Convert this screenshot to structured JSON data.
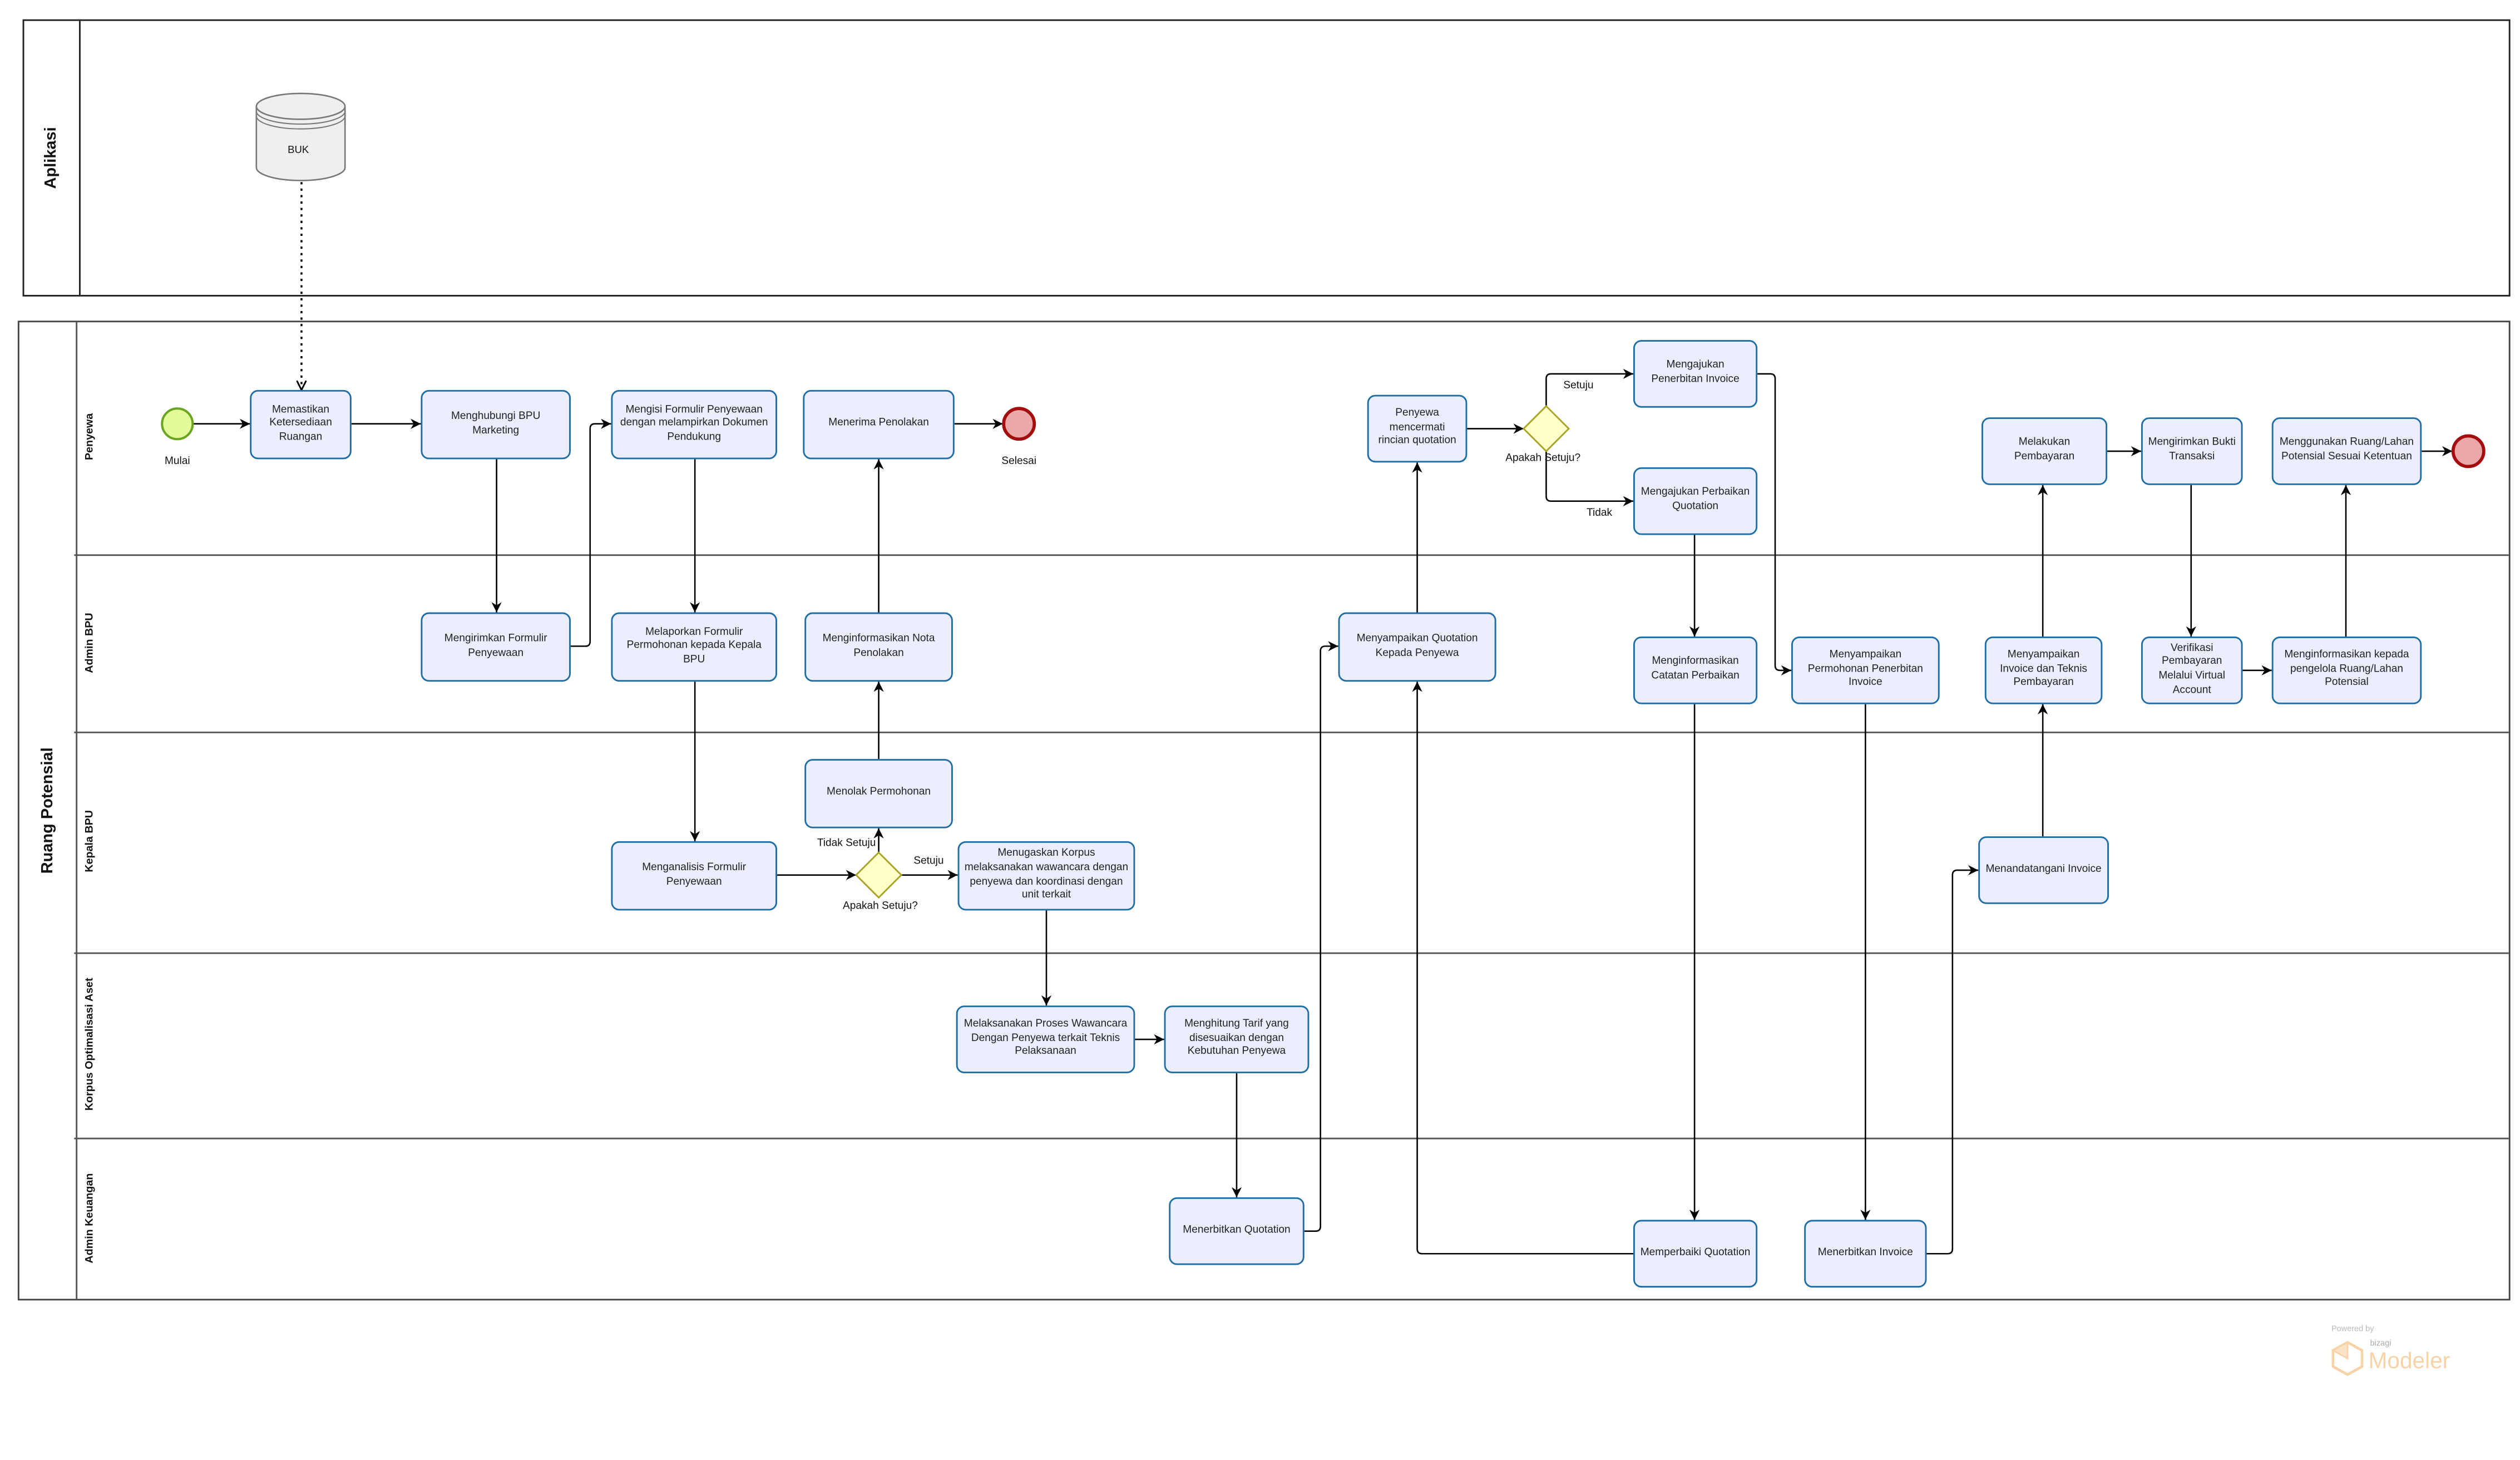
{
  "pools": {
    "aplikasi": {
      "label": "Aplikasi",
      "datastore": "BUK"
    },
    "ruang_potensial": {
      "label": "Ruang Potensial"
    }
  },
  "lanes": [
    "Penyewa",
    "Admin BPU",
    "Kepala BPU",
    "Korpus Optimalisasi Aset",
    "Admin Keuangan"
  ],
  "events": {
    "start": "Mulai",
    "end": "Selesai"
  },
  "tasks": {
    "t1": "Memastikan Ketersediaan Ruangan",
    "t2": "Menghubungi BPU Marketing",
    "t3": "Mengisi Formulir Penyewaan dengan melampirkan Dokumen Pendukung",
    "t4": "Menerima Penolakan",
    "t5": "Mengirimkan Formulir Penyewaan",
    "t6": "Melaporkan Formulir Permohonan kepada Kepala BPU",
    "t7": "Menginformasikan Nota Penolakan",
    "t8": "Menolak Permohonan",
    "t9": "Menganalisis Formulir Penyewaan",
    "t10": "Menugaskan Korpus melaksanakan wawancara dengan penyewa dan koordinasi dengan unit terkait",
    "t11": "Melaksanakan Proses Wawancara Dengan Penyewa terkait Teknis Pelaksanaan",
    "t12": "Menghitung Tarif yang disesuaikan  dengan Kebutuhan Penyewa",
    "t13": "Menerbitkan Quotation",
    "t14": "Menyampaikan Quotation Kepada Penyewa",
    "t15": "Penyewa mencermati rincian quotation",
    "t16": "Mengajukan Penerbitan Invoice",
    "t17": "Mengajukan Perbaikan Quotation",
    "t18": "Menginformasikan Catatan Perbaikan",
    "t19": "Menyampaikan Permohonan Penerbitan Invoice",
    "t20": "Memperbaiki Quotation",
    "t21": "Menerbitkan Invoice",
    "t22": "Menandatangani Invoice",
    "t23": "Menyampaikan Invoice dan Teknis Pembayaran",
    "t24": "Melakukan Pembayaran",
    "t25": "Mengirimkan Bukti Transaksi",
    "t26": "Verifikasi Pembayaran Melalui Virtual Account",
    "t27": "Menginformasikan kepada pengelola Ruang/Lahan Potensial",
    "t28": "Menggunakan Ruang/Lahan Potensial Sesuai Ketentuan"
  },
  "gateways": {
    "g1": {
      "label": "Apakah Setuju?",
      "yes": "Setuju",
      "no": "Tidak Setuju"
    },
    "g2": {
      "label": "Apakah Setuju?",
      "yes": "Setuju",
      "no": "Tidak"
    }
  },
  "watermark": {
    "powered": "Powered by",
    "brand": "bizagi",
    "product": "Modeler"
  },
  "colors": {
    "task_fill": "#eaeefe",
    "task_border": "#1f6ea3",
    "start": "#e2fb98",
    "end": "#eaa8a8",
    "gateway": "#ffffc8"
  }
}
